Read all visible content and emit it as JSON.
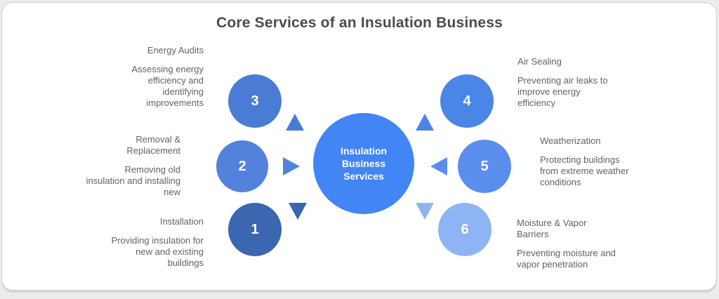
{
  "page": {
    "title": "Core Services of an Insulation Business"
  },
  "center_node": {
    "label": "Insulation Business Services",
    "color": "#4285F4"
  },
  "services": [
    {
      "number": "1",
      "name": "Installation",
      "description": "Providing insulation for new and existing buildings",
      "color": "#3B66B0",
      "side": "left",
      "arrow_direction": "down"
    },
    {
      "number": "2",
      "name": "Removal & Replacement",
      "description": "Removing old insulation and installing new",
      "color": "#5282DB",
      "side": "left",
      "arrow_direction": "right"
    },
    {
      "number": "3",
      "name": "Energy Audits",
      "description": "Assessing energy efficiency and identifying improvements",
      "color": "#4A7CD6",
      "side": "left",
      "arrow_direction": "up"
    },
    {
      "number": "4",
      "name": "Air Sealing",
      "description": "Preventing air leaks to improve energy efficiency",
      "color": "#4A86E8",
      "side": "right",
      "arrow_direction": "up"
    },
    {
      "number": "5",
      "name": "Weatherization",
      "description": "Protecting buildings from extreme weather conditions",
      "color": "#5B8DEF",
      "side": "right",
      "arrow_direction": "left"
    },
    {
      "number": "6",
      "name": "Moisture & Vapor Barriers",
      "description": "Preventing moisture and vapor penetration",
      "color": "#8FB4F4",
      "side": "right",
      "arrow_direction": "down"
    }
  ]
}
